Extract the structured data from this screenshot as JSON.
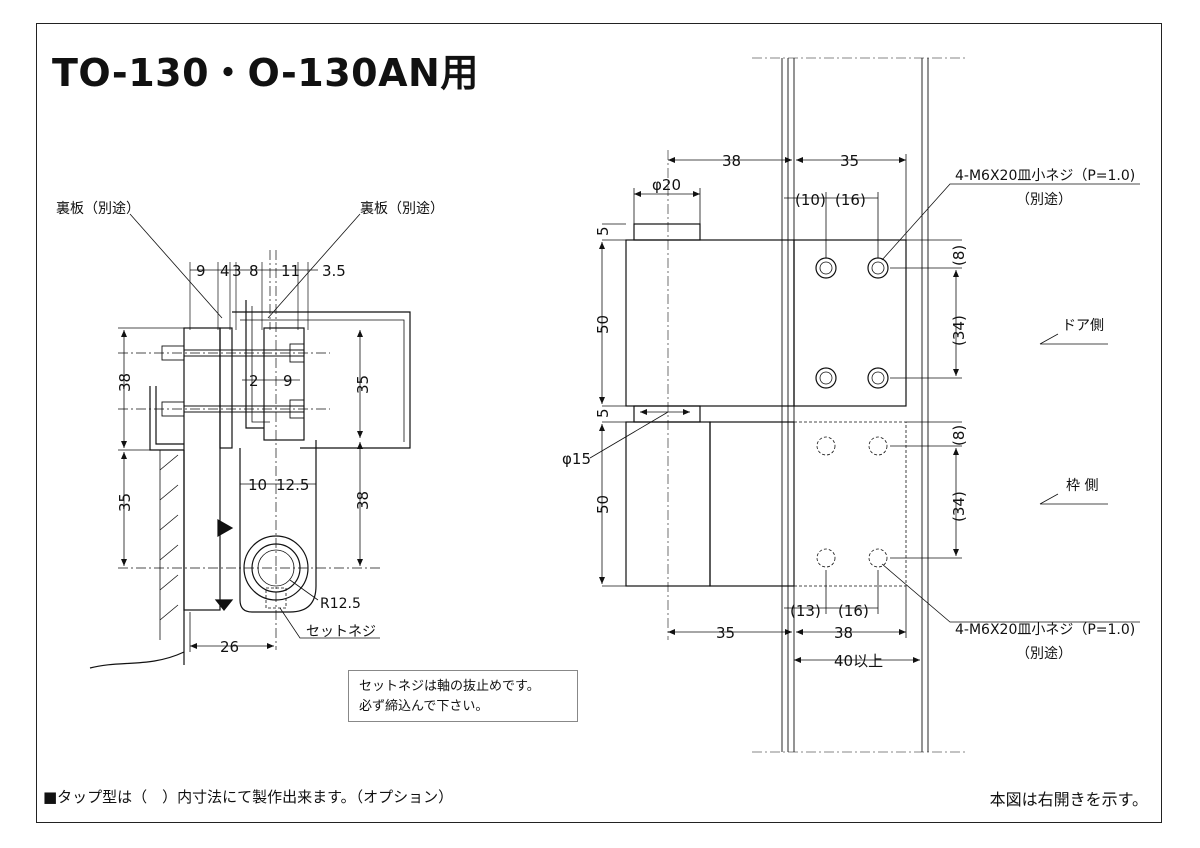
{
  "title": "TO-130・O-130AN用",
  "footnote_left": "■タップ型は（　）内寸法にて製作出来ます。（オプション）",
  "footnote_right": "本図は右開きを示す。",
  "note_box": {
    "line1": "セットネジは軸の抜止めです。",
    "line2": "必ず締込んで下さい。"
  },
  "left_view": {
    "label_backplate_left": "裏板（別途）",
    "label_backplate_right": "裏板（別途）",
    "top_dims": [
      "9",
      "4",
      "3",
      "8",
      "11",
      "3.5"
    ],
    "dim_38_left": "38",
    "dim_35_left": "35",
    "dim_35_right": "35",
    "dim_38_right": "38",
    "dim_2": "2",
    "dim_9": "9",
    "dim_10": "10",
    "dim_12_5": "12.5",
    "dim_26": "26",
    "label_radius": "R12.5",
    "label_setscrew": "セットネジ"
  },
  "right_view": {
    "dim_top_38": "38",
    "dim_top_35": "35",
    "dim_phi20": "φ20",
    "dim_10": "(10)",
    "dim_16_top": "(16)",
    "screw_label_top_1": "4-M6X20皿小ネジ（P=1.0)",
    "screw_label_top_2": "（別途）",
    "dim_5_top": "5",
    "dim_50_top": "50",
    "dim_5_mid": "5",
    "dim_50_bottom": "50",
    "dim_phi15": "φ15",
    "dim_8_top": "(8)",
    "dim_34_top": "(34)",
    "dim_8_bottom": "(8)",
    "dim_34_bottom": "(34)",
    "label_door_side": "ドア側",
    "label_frame_side": "枠 側",
    "dim_13": "(13)",
    "dim_16_bottom": "(16)",
    "dim_bottom_35": "35",
    "dim_bottom_38": "38",
    "dim_40": "40以上",
    "screw_label_bottom_1": "4-M6X20皿小ネジ（P=1.0)",
    "screw_label_bottom_2": "（別途）"
  }
}
